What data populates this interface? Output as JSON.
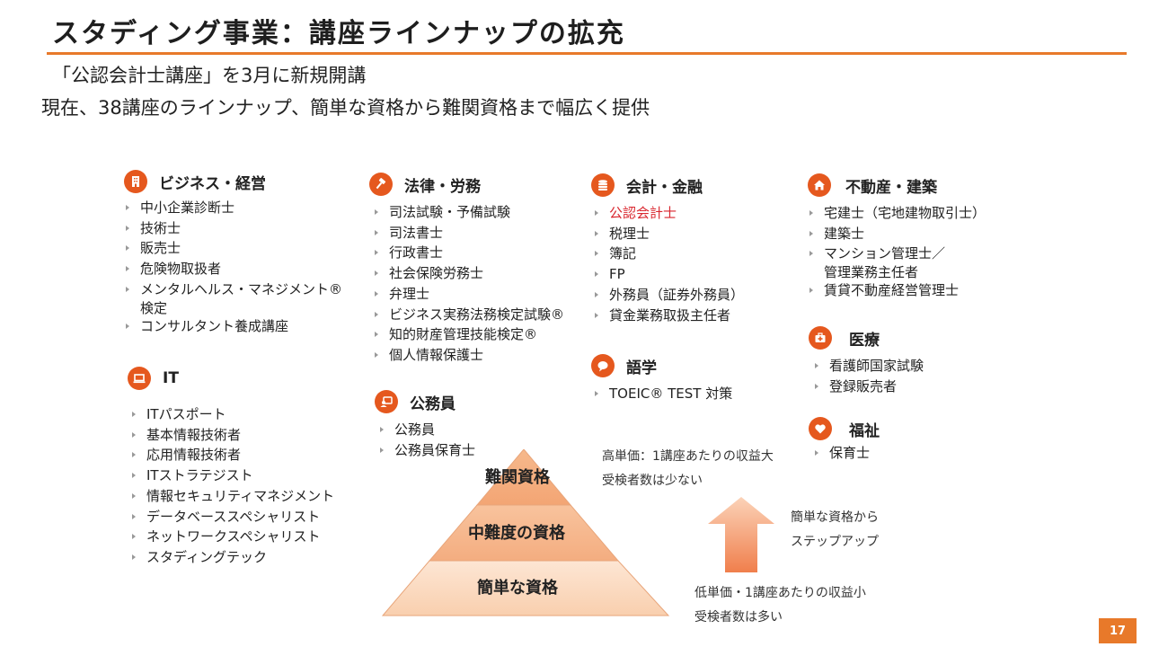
{
  "title": "スタディング事業：講座ラインナップの拡充",
  "subtitle1": "「公認会計士講座」を3月に新規開講",
  "subtitle2": "現在、38講座のラインナップ、簡単な資格から難関資格まで幅広く提供",
  "accent_color": "#e8792a",
  "icon_color": "#e5581e",
  "highlight_color": "#d9262e",
  "categories": {
    "business": {
      "icon": "building-icon",
      "title": "ビジネス・経営",
      "items": [
        "中小企業診断士",
        "技術士",
        "販売士",
        "危険物取扱者",
        "メンタルヘルス・マネジメント®",
        "検定",
        "コンサルタント養成講座"
      ]
    },
    "it": {
      "icon": "laptop-icon",
      "title": "IT",
      "items": [
        "ITパスポート",
        "基本情報技術者",
        "応用情報技術者",
        "ITストラテジスト",
        "情報セキュリティマネジメント",
        "データベーススペシャリスト",
        "ネットワークスペシャリスト",
        "スタディングテック"
      ]
    },
    "law": {
      "icon": "gavel-icon",
      "title": "法律・労務",
      "items": [
        "司法試験・予備試験",
        "司法書士",
        "行政書士",
        "社会保険労務士",
        "弁理士",
        "ビジネス実務法務検定試験®",
        "知的財産管理技能検定®",
        "個人情報保護士"
      ]
    },
    "civil": {
      "icon": "civil-servant-icon",
      "title": "公務員",
      "items": [
        "公務員",
        "公務員保育士"
      ]
    },
    "accounting": {
      "icon": "coins-icon",
      "title": "会計・金融",
      "items": [
        "公認会計士",
        "税理士",
        "簿記",
        "FP",
        "外務員（証券外務員）",
        "貸金業務取扱主任者"
      ]
    },
    "language": {
      "icon": "speech-bubble-icon",
      "title": "語学",
      "items": [
        "TOEIC® TEST 対策"
      ]
    },
    "realestate": {
      "icon": "house-icon",
      "title": "不動産・建築",
      "items": [
        "宅建士（宅地建物取引士）",
        "建築士",
        "マンション管理士／",
        "管理業務主任者",
        "賃貸不動産経営管理士"
      ]
    },
    "medical": {
      "icon": "medical-kit-icon",
      "title": "医療",
      "items": [
        "看護師国家試験",
        "登録販売者"
      ]
    },
    "welfare": {
      "icon": "heart-icon",
      "title": "福祉",
      "items": [
        "保育士"
      ]
    }
  },
  "pyramid": {
    "top": "難関資格",
    "middle": "中難度の資格",
    "bottom": "簡単な資格"
  },
  "notes": {
    "high_line1": "高単価：1講座あたりの収益大",
    "high_line2": "受検者数は少ない",
    "step_line1": "簡単な資格から",
    "step_line2": "ステップアップ",
    "low_line1": "低単価・1講座あたりの収益小",
    "low_line2": "受検者数は多い"
  },
  "page_number": "17"
}
